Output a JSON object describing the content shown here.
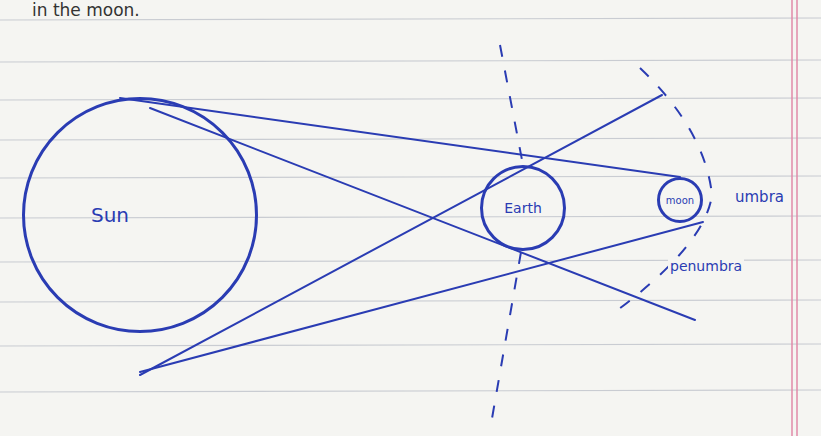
{
  "diagram": {
    "nodes": [
      {
        "text": [
          "Sun"
        ]
      },
      {
        "text": [
          "Earth"
        ]
      },
      {
        "text": [
          "moon"
        ]
      }
    ],
    "labels": [
      "in the moon.",
      "umbra",
      "penumbra"
    ]
  }
}
